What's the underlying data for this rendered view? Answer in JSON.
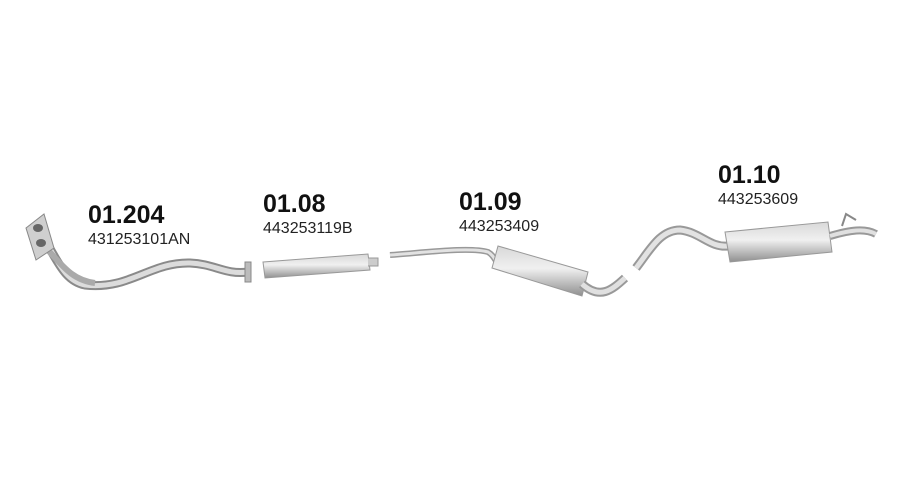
{
  "parts": [
    {
      "number": "01.204",
      "part_no": "431253101AN",
      "name": "front-pipe"
    },
    {
      "number": "01.08",
      "part_no": "443253119B",
      "name": "front-silencer"
    },
    {
      "number": "01.09",
      "part_no": "443253409",
      "name": "middle-silencer"
    },
    {
      "number": "01.10",
      "part_no": "443253609",
      "name": "rear-silencer"
    }
  ],
  "colors": {
    "metal_light": "#e6e6e6",
    "metal_dark": "#9a9a9a",
    "text": "#111111"
  }
}
